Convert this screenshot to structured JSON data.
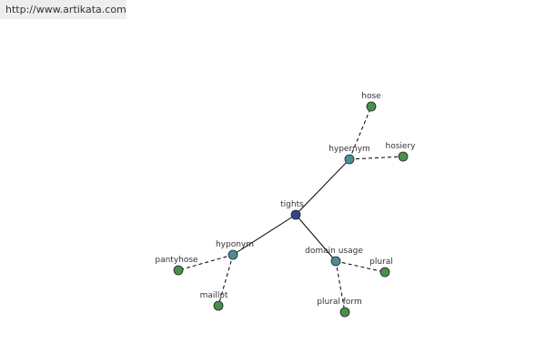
{
  "watermark": {
    "text": "http://www.artikata.com"
  },
  "colors": {
    "root_fill": "#334488",
    "relation_fill": "#4a8f96",
    "word_fill": "#4a8f4a",
    "node_stroke": "#222222",
    "edge": "#000000",
    "label": "#333333"
  },
  "graph": {
    "root": {
      "label": "tights"
    },
    "relations": [
      {
        "label": "hypernym",
        "words": [
          {
            "label": "hose"
          },
          {
            "label": "hosiery"
          }
        ]
      },
      {
        "label": "hyponym",
        "words": [
          {
            "label": "pantyhose"
          },
          {
            "label": "maillot"
          }
        ]
      },
      {
        "label": "domain usage",
        "words": [
          {
            "label": "plural"
          },
          {
            "label": "plural form"
          }
        ]
      }
    ]
  }
}
